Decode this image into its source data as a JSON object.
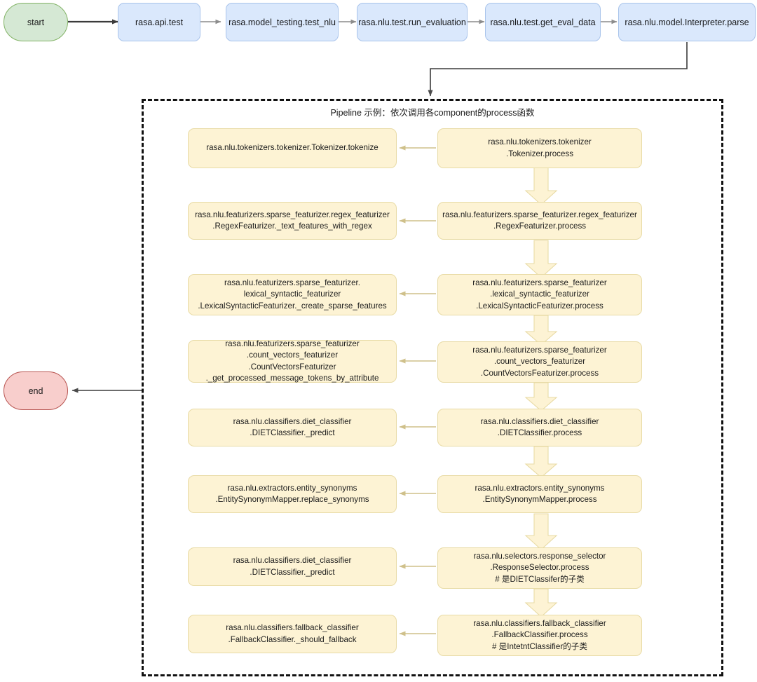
{
  "diagram": {
    "title_note": "Pipeline 示例：依次调用各component的process函数",
    "colors": {
      "start_fill": "#d5e8d4",
      "start_stroke": "#82b366",
      "end_fill": "#f8cecc",
      "end_stroke": "#b85450",
      "process_fill": "#dae8fc",
      "process_stroke": "#a9c4eb",
      "pipeline_fill": "#fdf3d4",
      "pipeline_stroke": "#e8dba6",
      "arrow_gray": "#8c8c8c",
      "arrow_dark": "#3b3b3b",
      "arrow_khaki": "#cfc08a",
      "dashed_border": "#111111"
    }
  },
  "terminals": {
    "start": "start",
    "end": "end"
  },
  "top_flow": [
    {
      "label": "rasa.api.test"
    },
    {
      "label": "rasa.model_testing.test_nlu"
    },
    {
      "label": "rasa.nlu.test.run_evaluation"
    },
    {
      "label": "rasa.nlu.test.get_eval_data"
    },
    {
      "label": "rasa.nlu.model.Interpreter.parse"
    }
  ],
  "pipeline_steps": [
    {
      "process": "rasa.nlu.tokenizers.tokenizer\n.Tokenizer.process",
      "detail": "rasa.nlu.tokenizers.tokenizer.Tokenizer.tokenize"
    },
    {
      "process": "rasa.nlu.featurizers.sparse_featurizer.regex_featurizer\n.RegexFeaturizer.process",
      "detail": "rasa.nlu.featurizers.sparse_featurizer.regex_featurizer\n.RegexFeaturizer._text_features_with_regex"
    },
    {
      "process": "rasa.nlu.featurizers.sparse_featurizer\n.lexical_syntactic_featurizer\n.LexicalSyntacticFeaturizer.process",
      "detail": "rasa.nlu.featurizers.sparse_featurizer.\nlexical_syntactic_featurizer\n.LexicalSyntacticFeaturizer._create_sparse_features"
    },
    {
      "process": "rasa.nlu.featurizers.sparse_featurizer\n.count_vectors_featurizer\n.CountVectorsFeaturizer.process",
      "detail": "rasa.nlu.featurizers.sparse_featurizer\n.count_vectors_featurizer\n.CountVectorsFeaturizer\n._get_processed_message_tokens_by_attribute"
    },
    {
      "process": "rasa.nlu.classifiers.diet_classifier\n.DIETClassifier.process",
      "detail": "rasa.nlu.classifiers.diet_classifier\n.DIETClassifier._predict"
    },
    {
      "process": "rasa.nlu.extractors.entity_synonyms\n.EntitySynonymMapper.process",
      "detail": "rasa.nlu.extractors.entity_synonyms\n.EntitySynonymMapper.replace_synonyms"
    },
    {
      "process": "rasa.nlu.selectors.response_selector\n.ResponseSelector.process\n# 是DIETClassifer的子类",
      "detail": "rasa.nlu.classifiers.diet_classifier\n.DIETClassifier._predict"
    },
    {
      "process": "rasa.nlu.classifiers.fallback_classifier\n.FallbackClassifier.process\n# 是IntetntClassifier的子类",
      "detail": "rasa.nlu.classifiers.fallback_classifier\n.FallbackClassifier._should_fallback"
    }
  ]
}
